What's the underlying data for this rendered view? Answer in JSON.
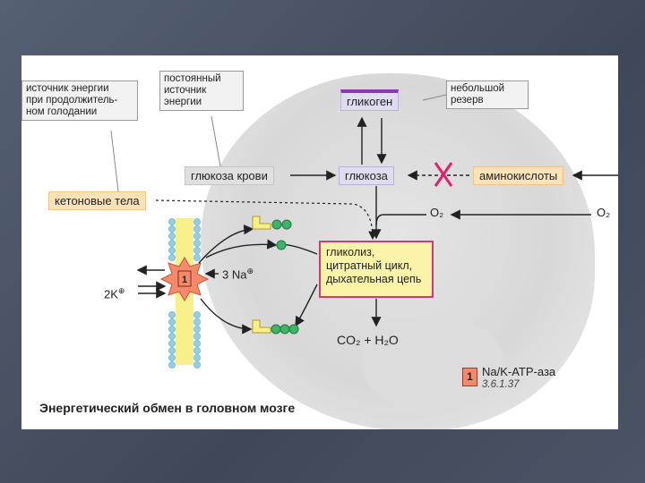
{
  "diagram": {
    "callouts": {
      "fasting": [
        "источник энергии",
        "при продолжитель-",
        "ном голодании"
      ],
      "constant": [
        "постоянный",
        "источник",
        "энергии"
      ],
      "reserve": [
        "небольшой",
        "резерв"
      ]
    },
    "boxes": {
      "glycogen": "гликоген",
      "glucose": "глюкоза",
      "blood_glucose": "глюкоза крови",
      "amino_acids": "аминокислоты",
      "ketone_bodies": "кетоновые тела"
    },
    "process_lines": [
      "гликолиз,",
      "цитратный цикл,",
      "дыхательная цепь"
    ],
    "labels": {
      "o2_left": "O₂",
      "o2_right": "O₂",
      "sodium": "3 Na",
      "potassium": "2K",
      "products": "CO₂ + H₂O",
      "pump_number": "1"
    },
    "legend": {
      "number": "1",
      "enzyme": "Na/K-ATP-аза",
      "ec_number": "3.6.1.37"
    },
    "caption": "Энергетический обмен в головном мозге",
    "colors": {
      "membrane_blue": "#8fd0e8",
      "membrane_yellow": "#f7ef8a",
      "pump": "#f48a6a",
      "atp_green": "#3fb36a",
      "cross": "#e0206a",
      "glyco_border": "#d13a7a"
    }
  }
}
